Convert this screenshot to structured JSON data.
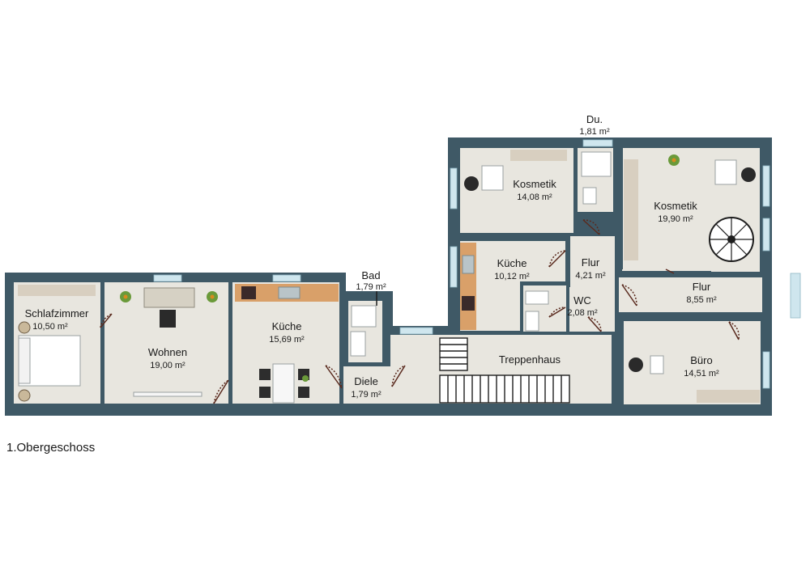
{
  "caption": "1.Obergeschoss",
  "colors": {
    "wall": "#3f5966",
    "floor": "#e8e6df",
    "window": "#cfe6ee",
    "counter": "#d9a069",
    "plant": "#6a9a3a"
  },
  "rooms": {
    "schlafzimmer": {
      "name": "Schlafzimmer",
      "area": "10,50 m²"
    },
    "wohnen": {
      "name": "Wohnen",
      "area": "19,00 m²"
    },
    "kueche1": {
      "name": "Küche",
      "area": "15,69 m²"
    },
    "bad": {
      "name": "Bad",
      "area": "1,79 m²"
    },
    "diele": {
      "name": "Diele",
      "area": "1,79 m²"
    },
    "kosmetik1": {
      "name": "Kosmetik",
      "area": "14,08 m²"
    },
    "dusche": {
      "name": "Du.",
      "area": "1,81 m²"
    },
    "kosmetik2": {
      "name": "Kosmetik",
      "area": "19,90 m²"
    },
    "kueche2": {
      "name": "Küche",
      "area": "10,12 m²"
    },
    "flur1": {
      "name": "Flur",
      "area": "4,21 m²"
    },
    "wc": {
      "name": "WC",
      "area": "2,08 m²"
    },
    "flur2": {
      "name": "Flur",
      "area": "8,55 m²"
    },
    "treppenhaus": {
      "name": "Treppenhaus",
      "area": ""
    },
    "buero": {
      "name": "Büro",
      "area": "14,51 m²"
    }
  }
}
